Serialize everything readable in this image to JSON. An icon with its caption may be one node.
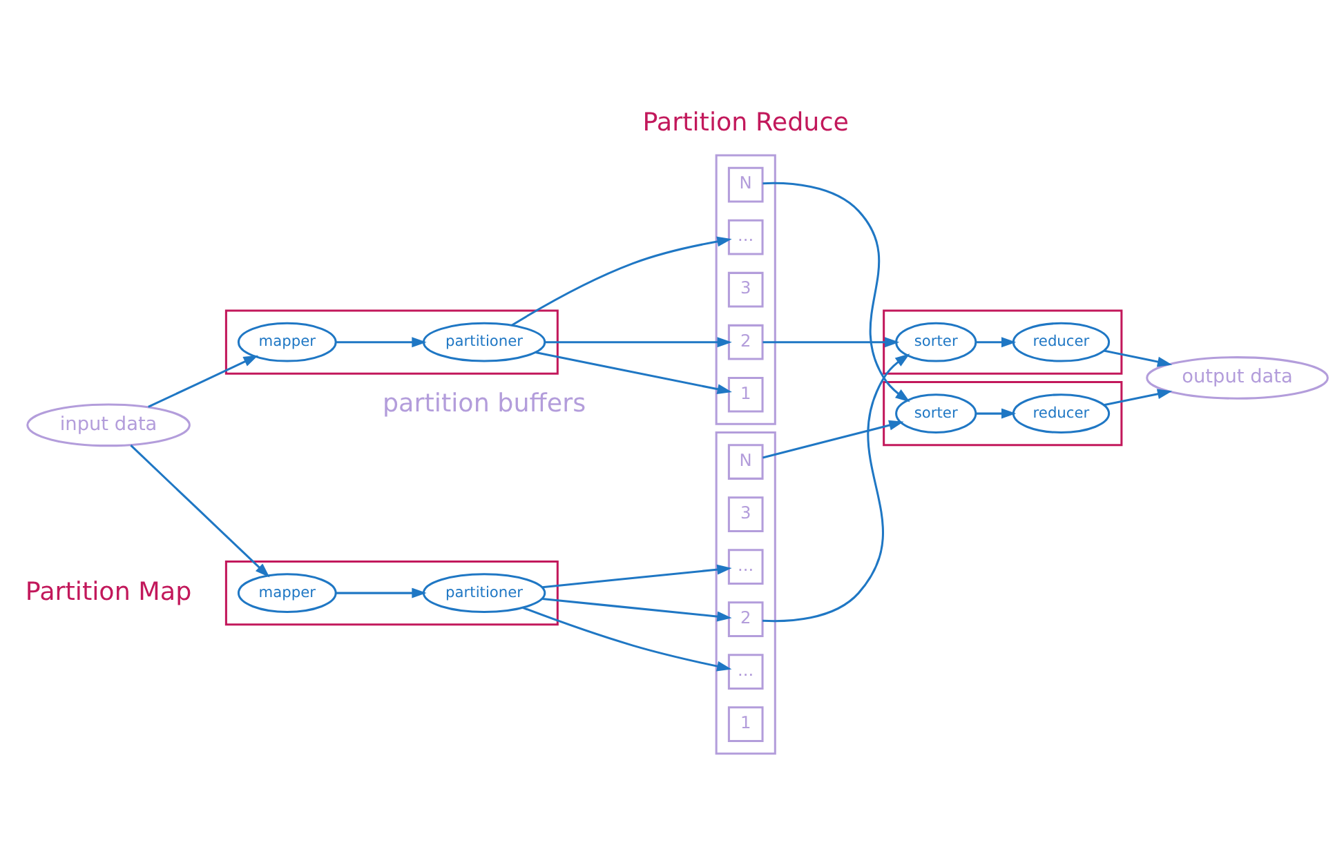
{
  "diagram": {
    "nodes": [
      {
        "text": [
          "input data"
        ]
      },
      {
        "text": [],
        "shape": "box"
      },
      {
        "text": [
          "mapper"
        ],
        "in": 1
      },
      {
        "text": [
          "partitioner"
        ],
        "in": 1
      },
      {
        "text": [],
        "shape": "box"
      },
      {
        "text": [
          "1"
        ],
        "in": 4
      },
      {
        "text": [
          "2"
        ],
        "in": 4
      },
      {
        "text": [
          "3"
        ],
        "in": 4
      },
      {
        "text": [
          "..."
        ],
        "in": 4
      },
      {
        "text": [
          "..."
        ],
        "in": 4
      },
      {
        "text": [
          "N"
        ],
        "in": 4
      },
      {
        "text": [],
        "shape": "box"
      },
      {
        "text": [
          "sorter"
        ],
        "in": 11
      },
      {
        "text": [
          "reducer"
        ],
        "in": 11
      },
      {
        "text": [
          "output data"
        ]
      },
      {
        "text": [],
        "shape": "box"
      },
      {
        "text": [
          "mapper"
        ],
        "in": 15
      },
      {
        "text": [
          "partitioner"
        ],
        "in": 15
      },
      {
        "text": [],
        "shape": "box"
      },
      {
        "text": [
          "1"
        ],
        "in": 18
      },
      {
        "text": [
          "2"
        ],
        "in": 18
      },
      {
        "text": [
          "3"
        ],
        "in": 18
      },
      {
        "text": [
          "..."
        ],
        "in": 18
      },
      {
        "text": [
          "N"
        ],
        "in": 18
      },
      {
        "text": [],
        "shape": "box"
      },
      {
        "text": [
          "sorter"
        ],
        "in": 24
      },
      {
        "text": [
          "reducer"
        ],
        "in": 24
      }
    ],
    "edges": [
      {
        "from": 0,
        "to": 2,
        "arrow": "to"
      },
      {
        "from": 0,
        "to": 16,
        "arrow": "to"
      },
      {
        "from": 2,
        "to": 3,
        "arrow": "to"
      },
      {
        "from": 3,
        "to": 6,
        "arrow": "to"
      },
      {
        "from": 3,
        "to": 8,
        "arrow": "to"
      },
      {
        "from": 3,
        "to": 9,
        "arrow": "to"
      },
      {
        "from": 6,
        "to": 12,
        "arrow": "to"
      },
      {
        "from": 10,
        "to": 25,
        "arrow": "to"
      },
      {
        "from": 12,
        "to": 13,
        "arrow": "to"
      },
      {
        "from": 13,
        "to": 14,
        "arrow": "to"
      },
      {
        "from": 16,
        "to": 17,
        "arrow": "to"
      },
      {
        "from": 17,
        "to": 19,
        "arrow": "to"
      },
      {
        "from": 17,
        "to": 20,
        "arrow": "to"
      },
      {
        "from": 17,
        "to": 22,
        "arrow": "to"
      },
      {
        "from": 20,
        "to": 12,
        "arrow": "to"
      },
      {
        "from": 23,
        "to": 25,
        "arrow": "to"
      },
      {
        "from": 25,
        "to": 26,
        "arrow": "to"
      },
      {
        "from": 26,
        "to": 14,
        "arrow": "to"
      }
    ],
    "labels": [
      "Partition Map",
      "Partition Reduce",
      "partition buffers"
    ]
  }
}
